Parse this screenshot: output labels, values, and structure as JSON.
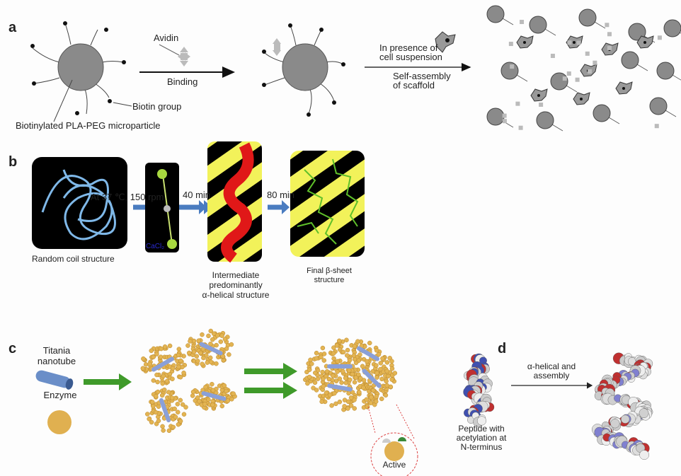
{
  "panels": {
    "a": {
      "label": "a",
      "avidin": "Avidin",
      "binding": "Binding",
      "biotin_group": "Biotin group",
      "microparticle": "Biotinylated PLA-PEG microparticle",
      "presence_line1": "In presence of",
      "presence_line2": "cell suspension",
      "self_assembly_line1": "Self-assembly",
      "self_assembly_line2": "of scaffold"
    },
    "b": {
      "label": "b",
      "random_coil": "Random coil structure",
      "condition": "At 37 ℃, 150 rpm",
      "cacl2": "CaCl₂",
      "t40": "40 min",
      "t80": "80 min",
      "intermediate_line1": "Intermediate",
      "intermediate_line2": "predominantly",
      "intermediate_line3": "α-helical structure",
      "final_line1": "Final β-sheet",
      "final_line2": "structure"
    },
    "c": {
      "label": "c",
      "titania_line1": "Titania",
      "titania_line2": "nanotube",
      "enzyme": "Enzyme",
      "active": "Active"
    },
    "d": {
      "label": "d",
      "arrow_line1": "α-helical and",
      "arrow_line2": "assembly",
      "peptide_line1": "Peptide with",
      "peptide_line2": "acetylation at",
      "peptide_line3": "N-terminus"
    }
  },
  "colors": {
    "particle": "#8a8a8a",
    "coil": "#7fb8e8",
    "helix": "#e01818",
    "sheet": "#5fc02a",
    "stripe": "#f2f25a",
    "blue_arrow": "#4a7cc0",
    "green_arrow": "#3f9a2a",
    "enzyme": "#e0b050"
  }
}
